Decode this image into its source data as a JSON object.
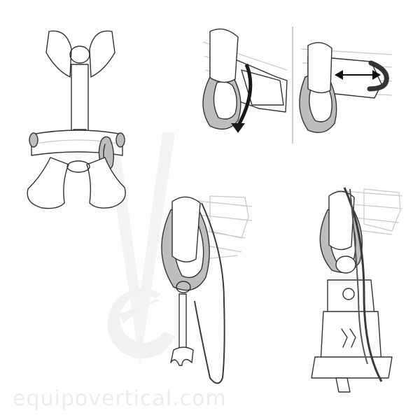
{
  "watermark": {
    "text": "equipovertical.com",
    "color": "#ececec"
  },
  "figures": [
    {
      "id": "full-harness",
      "icon": "harness-icon"
    },
    {
      "id": "gear-loop-threading",
      "icon": "carabiner-insert-icon"
    },
    {
      "id": "gear-loop-adjust",
      "icon": "double-arrow-icon"
    },
    {
      "id": "tool-lanyard",
      "icon": "wrench-icon"
    },
    {
      "id": "rope-device",
      "icon": "descender-icon"
    }
  ],
  "colors": {
    "line": "#333333",
    "metal": "#bdbdbd",
    "background": "#ffffff"
  }
}
